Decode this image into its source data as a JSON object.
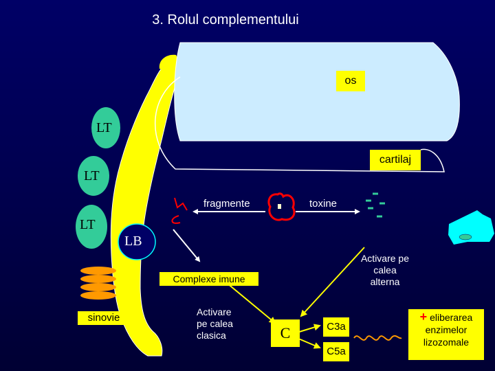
{
  "title": "3. Rolul complementului",
  "labels": {
    "os": "os",
    "cartilaj": "cartilaj",
    "lt": [
      "LT",
      "LT",
      "LT"
    ],
    "lb": "LB",
    "fragmente": "fragmente",
    "toxine": "toxine",
    "complexe_imune": "Complexe imune",
    "activare_alterna": "Activare pe calea alterna",
    "sinovie": "sinovie",
    "activare_clasica": "Activare pe calea clasica",
    "c": "C",
    "c3a": "C3a",
    "c5a": "C5a",
    "plus": "+",
    "eliberarea": "eliberarea enzimelor lizozomale"
  },
  "colors": {
    "background": "#000066",
    "bone": "#ccecff",
    "highlight": "#ffff00",
    "cell_green": "#33cc99",
    "synovium_orange": "#ff9900",
    "fragment_red": "#ff0000",
    "toxin_green": "#33cc99",
    "cell_cyan": "#00ffff"
  }
}
